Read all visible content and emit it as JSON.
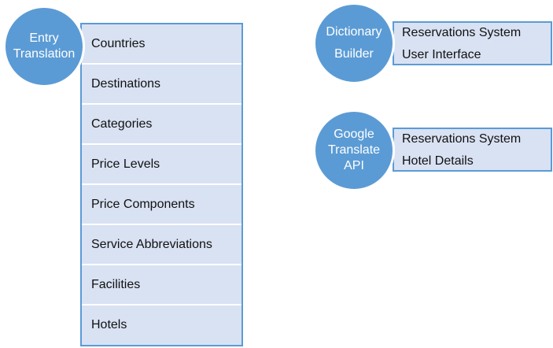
{
  "entry_translation": {
    "label_line1": "Entry",
    "label_line2": "Translation",
    "items": [
      "Countries",
      "Destinations",
      "Categories",
      "Price Levels",
      "Price Components",
      "Service Abbreviations",
      "Facilities",
      "Hotels"
    ]
  },
  "dictionary_builder": {
    "label_line1": "Dictionary",
    "label_line2": "Builder",
    "items": [
      "Reservations System",
      "User Interface"
    ]
  },
  "google_translate_api": {
    "label_line1": "Google",
    "label_line2": "Translate",
    "label_line3": "API",
    "items": [
      "Reservations System",
      "Hotel Details"
    ]
  },
  "colors": {
    "circle_fill": "#5b9bd5",
    "box_fill": "#d9e2f3",
    "box_border": "#5b9bd5"
  }
}
